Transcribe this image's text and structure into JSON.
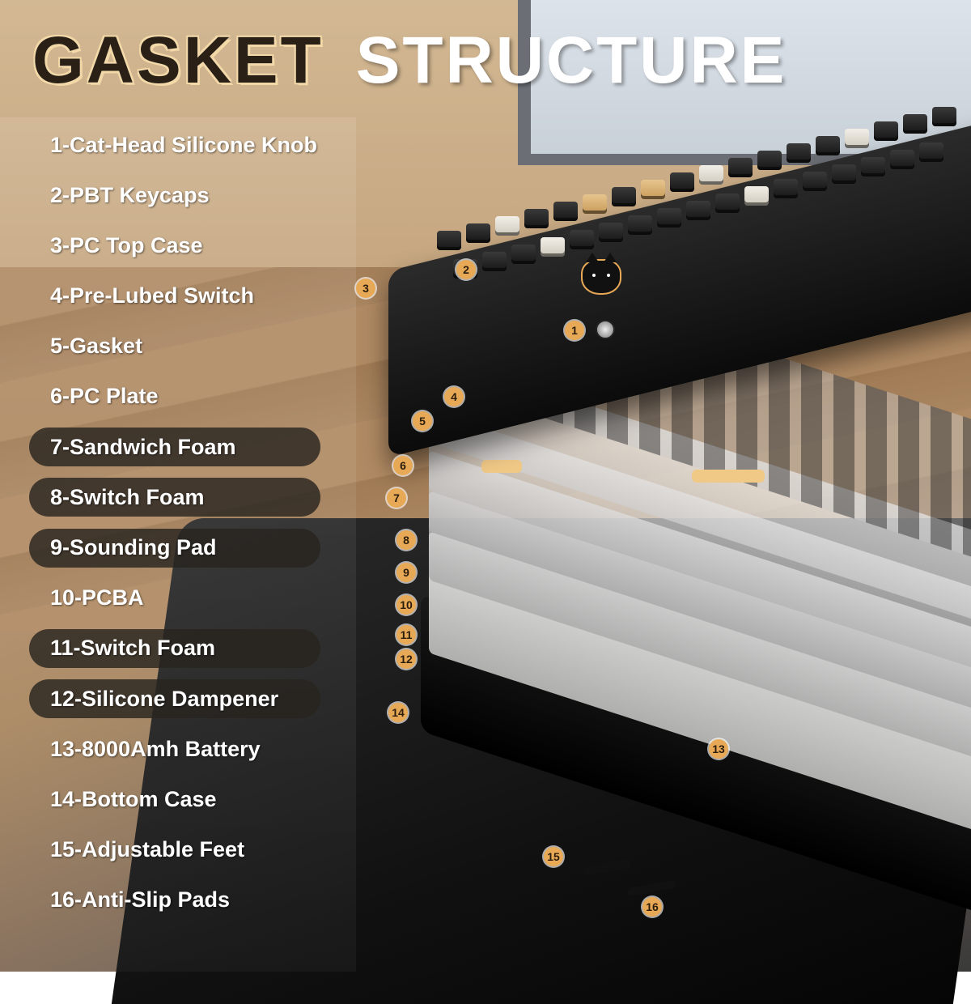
{
  "title": {
    "word1": "GASKET",
    "word2": "STRUCTURE"
  },
  "legend": [
    {
      "label": "1-Cat-Head Silicone Knob",
      "highlight": false
    },
    {
      "label": "2-PBT Keycaps",
      "highlight": false
    },
    {
      "label": "3-PC Top Case",
      "highlight": false
    },
    {
      "label": "4-Pre-Lubed Switch",
      "highlight": false
    },
    {
      "label": "5-Gasket",
      "highlight": false
    },
    {
      "label": "6-PC Plate",
      "highlight": false
    },
    {
      "label": "7-Sandwich Foam",
      "highlight": true
    },
    {
      "label": "8-Switch Foam",
      "highlight": true
    },
    {
      "label": "9-Sounding Pad",
      "highlight": true
    },
    {
      "label": "10-PCBA",
      "highlight": false
    },
    {
      "label": "11-Switch Foam",
      "highlight": true
    },
    {
      "label": "12-Silicone Dampener",
      "highlight": true
    },
    {
      "label": "13-8000Amh Battery",
      "highlight": false
    },
    {
      "label": "14-Bottom Case",
      "highlight": false
    },
    {
      "label": "15-Adjustable Feet",
      "highlight": false
    },
    {
      "label": "16-Anti-Slip Pads",
      "highlight": false
    }
  ],
  "markers": [
    "1",
    "2",
    "3",
    "4",
    "5",
    "6",
    "7",
    "8",
    "9",
    "10",
    "11",
    "12",
    "13",
    "14",
    "15",
    "16"
  ],
  "colors": {
    "accent": "#e8a957",
    "highlight_pill": "#2a2420",
    "title_dark": "#2a2015"
  }
}
